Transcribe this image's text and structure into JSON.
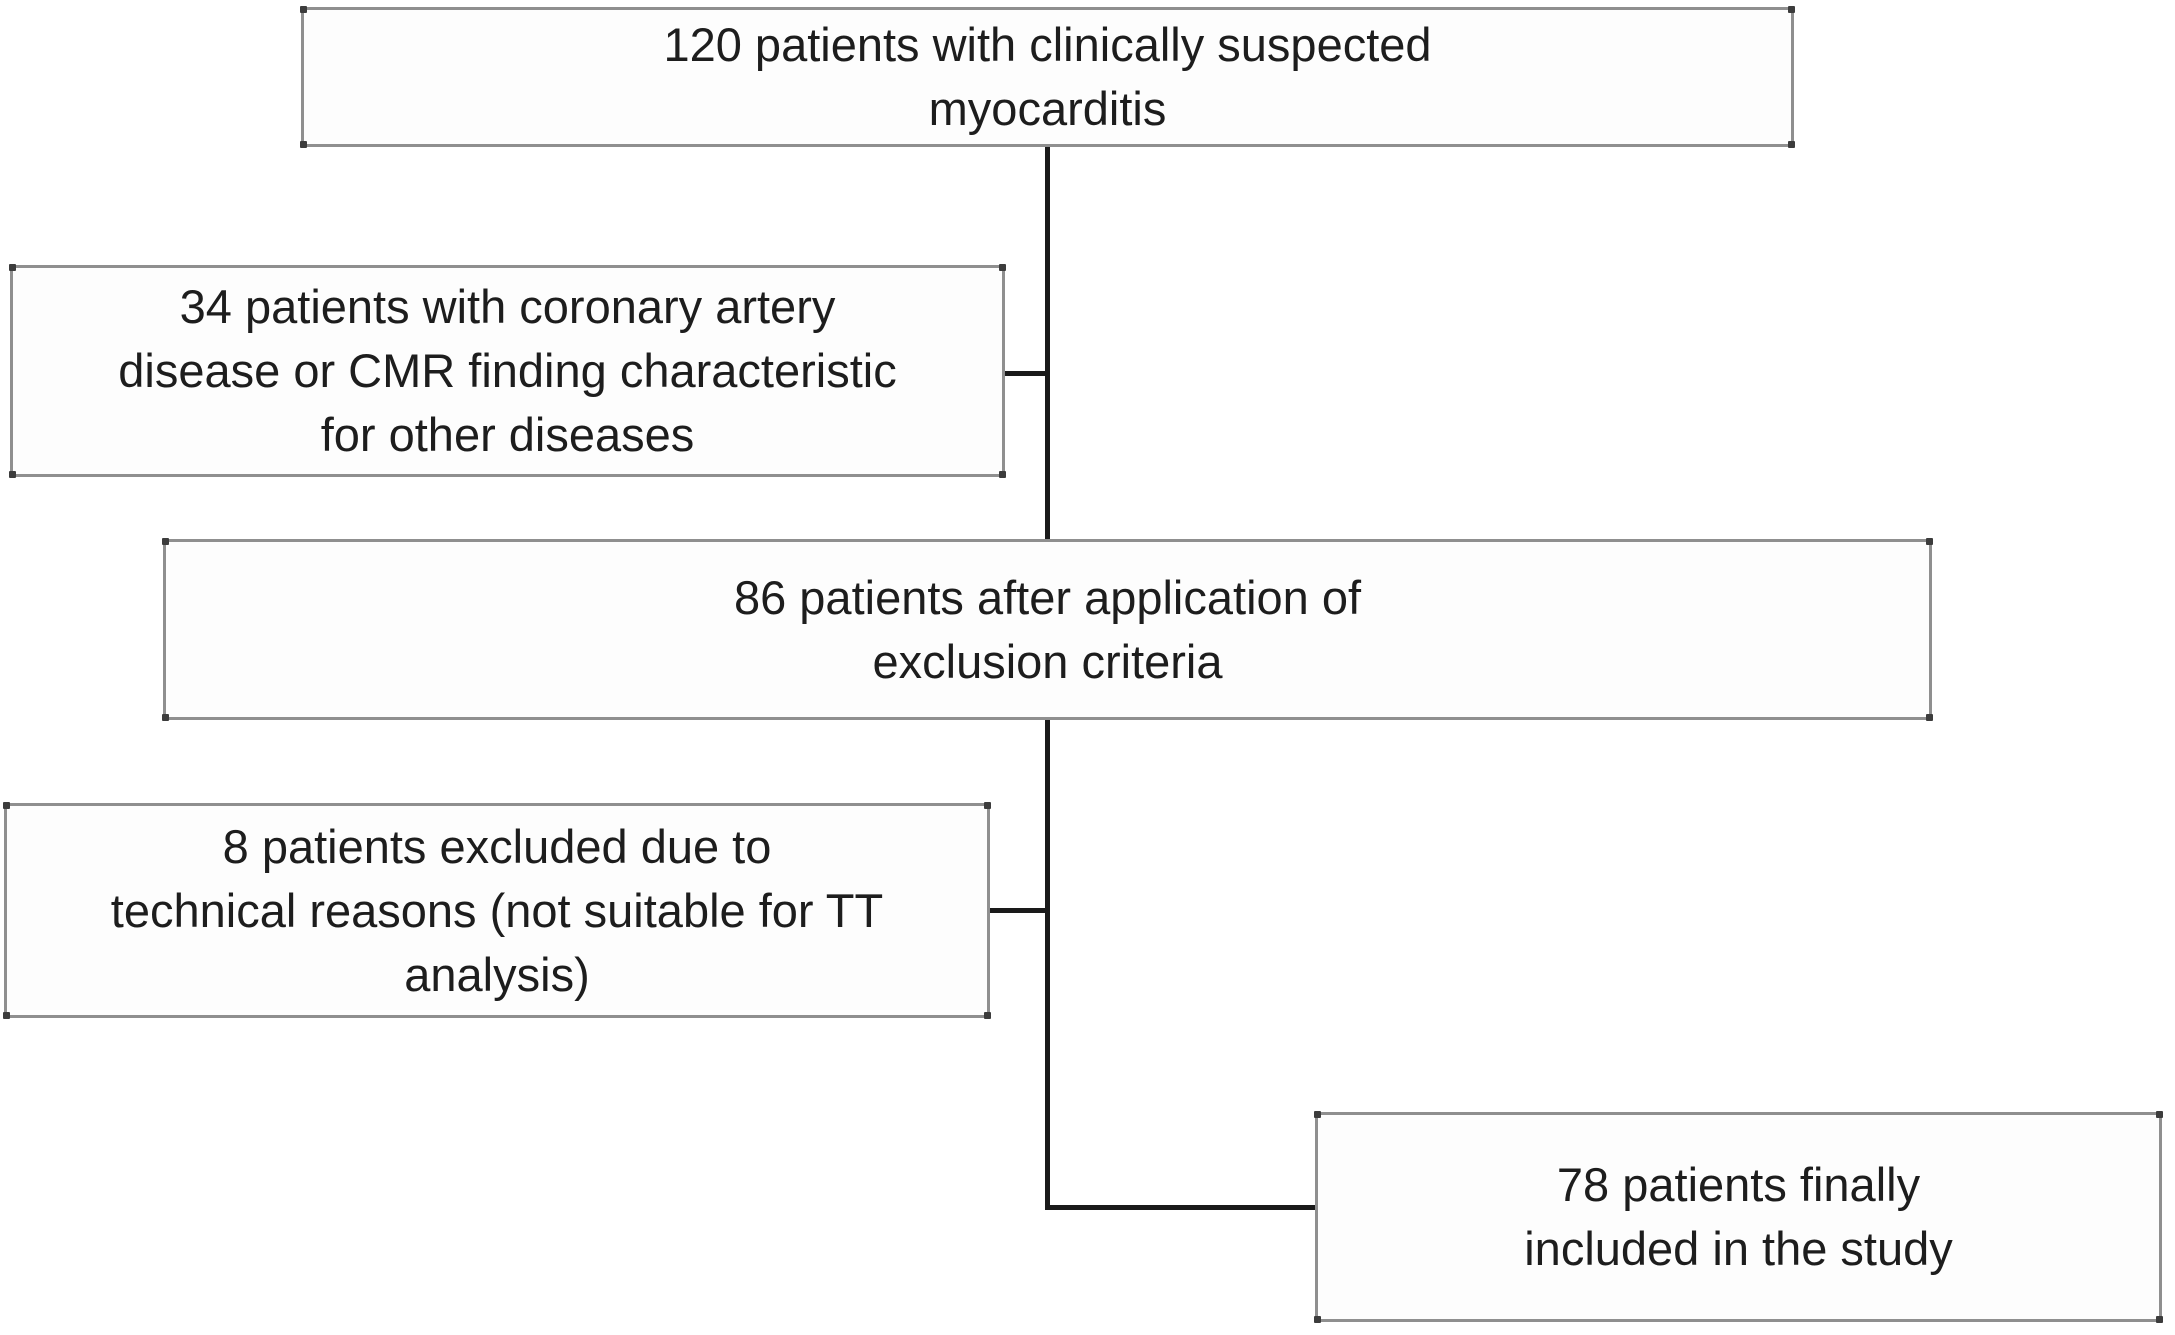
{
  "diagram": {
    "type": "flowchart",
    "description": "Study enrollment flow for patients with clinically suspected myocarditis",
    "colors": {
      "background": "#ffffff",
      "box_border": "#8f8f8f",
      "box_corner_dot": "#3c3c3c",
      "text": "#1d1d1d",
      "connector": "#1a1a1a"
    },
    "boxes": [
      {
        "id": "suspected",
        "count": 120,
        "lines": [
          "120 patients with clinically suspected",
          "myocarditis"
        ]
      },
      {
        "id": "excluded-cad",
        "count": 34,
        "lines": [
          "34 patients with coronary artery",
          "disease or CMR finding characteristic",
          "for other diseases"
        ]
      },
      {
        "id": "after-exclusion",
        "count": 86,
        "lines": [
          "86 patients after application of",
          "exclusion criteria"
        ]
      },
      {
        "id": "excluded-technical",
        "count": 8,
        "lines": [
          "8 patients excluded due to",
          "technical reasons (not suitable for TT",
          "analysis)"
        ]
      },
      {
        "id": "included",
        "count": 78,
        "lines": [
          "78 patients finally",
          "included in the study"
        ]
      }
    ],
    "flow": [
      "suspected -> after-exclusion",
      "excluded-cad -| trunk (removed)",
      "after-exclusion -> included",
      "excluded-technical -| trunk (removed)"
    ]
  }
}
